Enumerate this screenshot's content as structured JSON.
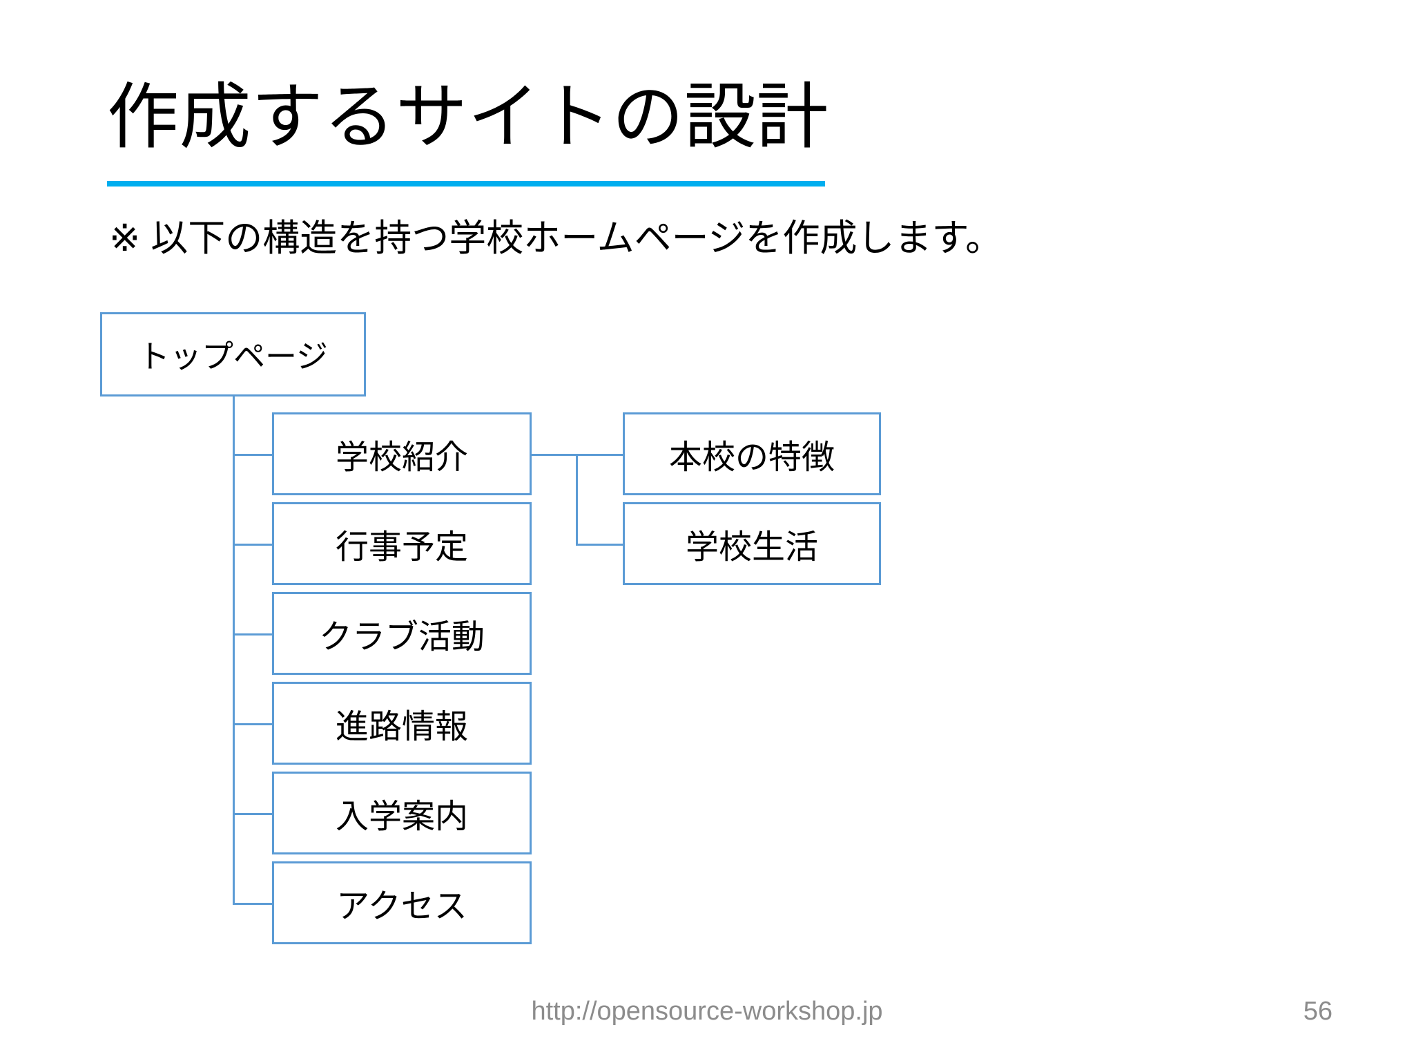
{
  "slide": {
    "title": "作成するサイトの設計",
    "title_rule_color": "#00AEEF",
    "subtitle": "※ 以下の構造を持つ学校ホームページを作成します。",
    "background_color": "#FFFFFF"
  },
  "diagram": {
    "box_border_color": "#5B9BD5",
    "connector_color": "#5B9BD5",
    "root": {
      "label": "トップページ"
    },
    "level2": [
      {
        "label": "学校紹介"
      },
      {
        "label": "行事予定"
      },
      {
        "label": "クラブ活動"
      },
      {
        "label": "進路情報"
      },
      {
        "label": "入学案内"
      },
      {
        "label": "アクセス"
      }
    ],
    "level3": [
      {
        "label": "本校の特徴"
      },
      {
        "label": "学校生活"
      }
    ]
  },
  "footer": {
    "url": "http://opensource-workshop.jp",
    "page_number": "56",
    "text_color": "#8C8C8C"
  }
}
